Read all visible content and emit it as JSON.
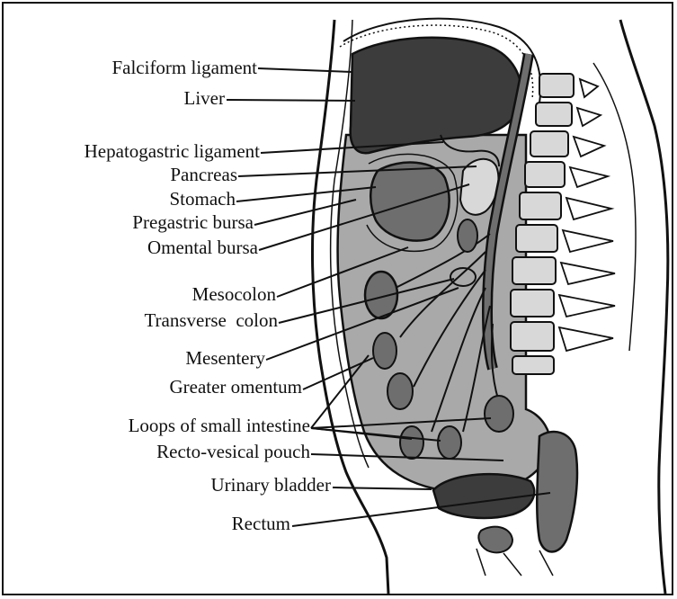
{
  "labels": {
    "falciform": "Falciform ligament",
    "liver": "Liver",
    "hepatogastric": "Hepatogastric ligament",
    "pancreas": "Pancreas",
    "stomach": "Stomach",
    "pregastric": "Pregastric bursa",
    "omental": "Omental bursa",
    "mesocolon": "Mesocolon",
    "transverse_colon": "Transverse  colon",
    "mesentery": "Mesentery",
    "greater_omentum": "Greater omentum",
    "loops": "Loops of small intestine",
    "rectovesical": "Recto-vesical pouch",
    "bladder": "Urinary bladder",
    "rectum": "Rectum"
  },
  "colors": {
    "line": "#111111",
    "cavity": "#a9a9a9",
    "organ_dark": "#3c3c3c",
    "organ_mid": "#6e6e6e",
    "light": "#d8d8d8"
  }
}
